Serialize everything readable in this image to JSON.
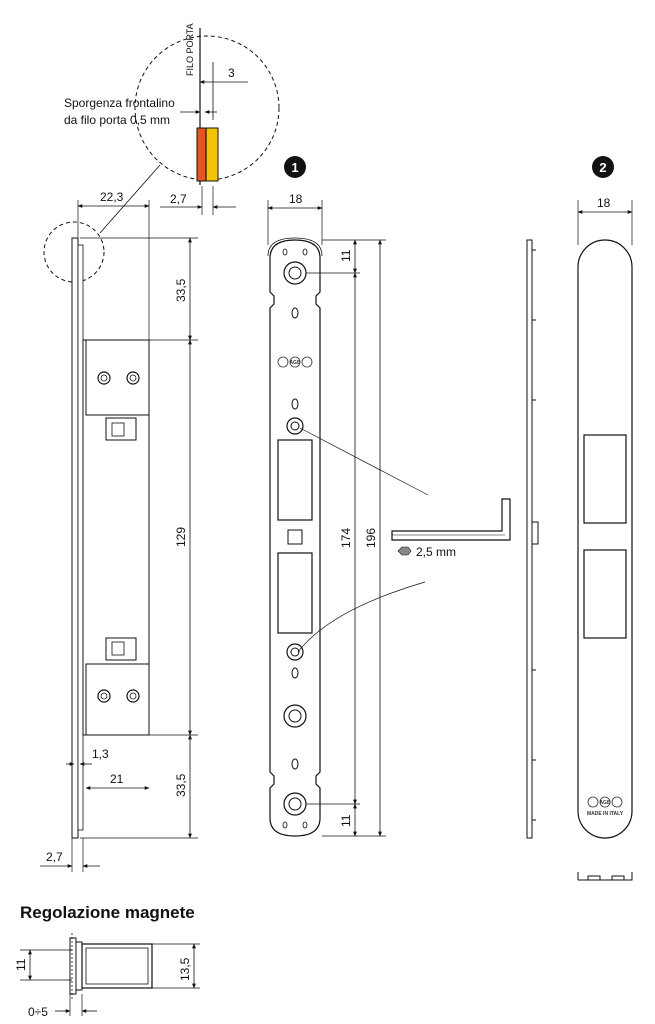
{
  "callout": {
    "door_edge_label": "FILO PORTA",
    "dim_3": "3",
    "protrusion_label_line1": "Sporgenza frontalino",
    "protrusion_label_line2": "da filo porta 0,5 mm"
  },
  "side_view": {
    "dim_22_3": "22,3",
    "dim_2_7_top": "2,7",
    "dim_33_5_top": "33,5",
    "dim_129": "129",
    "dim_33_5_bottom": "33,5",
    "dim_1_3": "1,3",
    "dim_21": "21",
    "dim_2_7_bottom": "2,7"
  },
  "plate_1": {
    "badge": "1",
    "width": "18",
    "dim_11_top": "11",
    "dim_174": "174",
    "dim_196": "196",
    "dim_11_bottom": "11",
    "logo": "AGB"
  },
  "hex_key": {
    "size_label": "2,5 mm"
  },
  "plate_2": {
    "badge": "2",
    "width": "18",
    "logo": "AGB",
    "logo_caption": "MADE IN ITALY"
  },
  "magnet": {
    "title": "Regolazione magnete",
    "dim_11": "11",
    "dim_13_5": "13,5",
    "dim_range": "0÷5"
  },
  "colors": {
    "line": "#111111",
    "orange_insert": "#e8531f",
    "yellow_insert": "#f5c400",
    "badge_fill": "#111111"
  }
}
